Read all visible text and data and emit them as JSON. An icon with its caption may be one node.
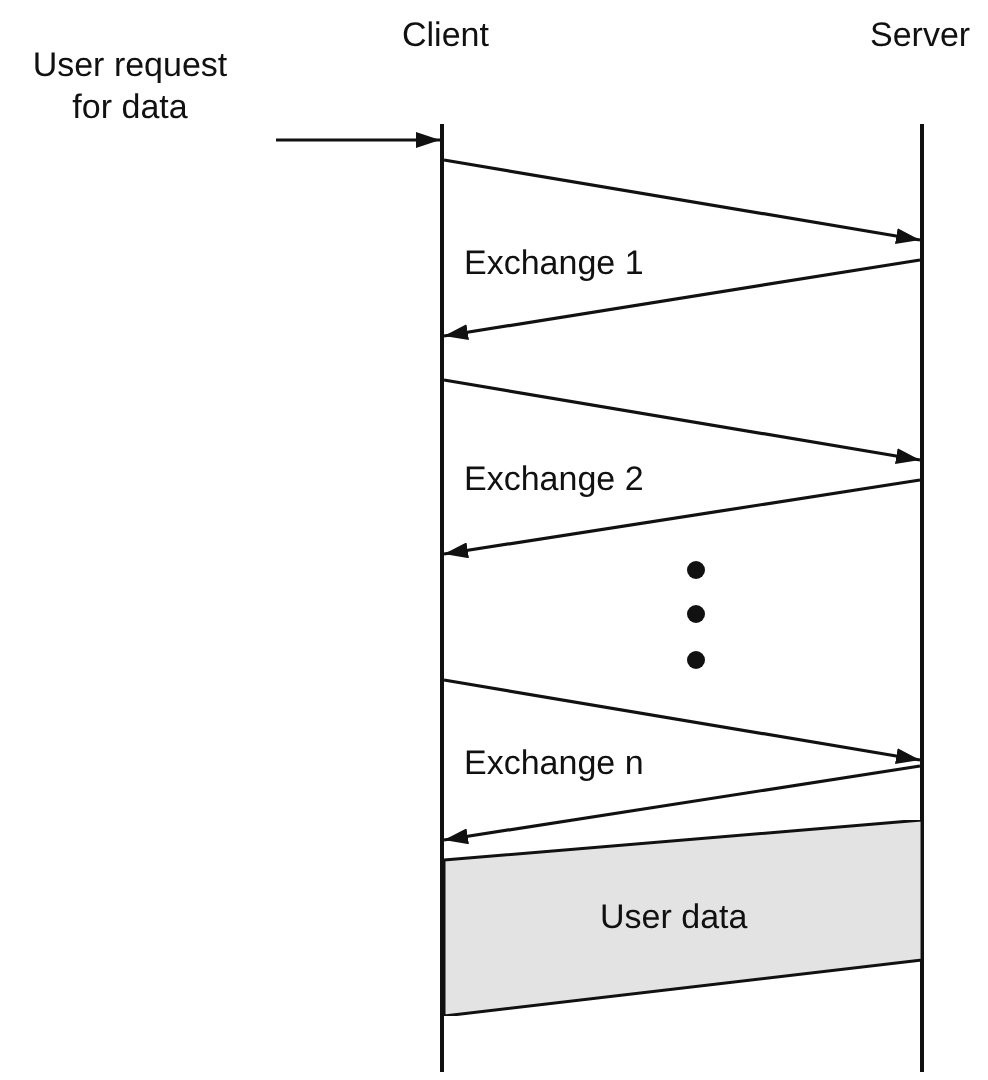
{
  "diagram": {
    "nodes": [
      {
        "text": [
          "Client"
        ]
      },
      {
        "text": [
          "Server"
        ]
      },
      {
        "text": [
          "User request for data"
        ]
      },
      {
        "text": [
          "User data"
        ]
      }
    ],
    "edges": [
      {
        "from": 2,
        "to": 0,
        "arrow": "to"
      },
      {
        "from": 0,
        "to": 1,
        "arrow": "to"
      },
      {
        "from": 1,
        "to": 0,
        "arrow": "to"
      },
      {
        "from": 0,
        "to": 1,
        "arrow": "to"
      },
      {
        "from": 1,
        "to": 0,
        "arrow": "to"
      },
      {
        "from": 0,
        "to": 1,
        "arrow": "to"
      },
      {
        "from": 1,
        "to": 0,
        "arrow": "to"
      }
    ],
    "labels": [
      "Exchange 1",
      "Exchange 2",
      "Exchange n"
    ]
  }
}
